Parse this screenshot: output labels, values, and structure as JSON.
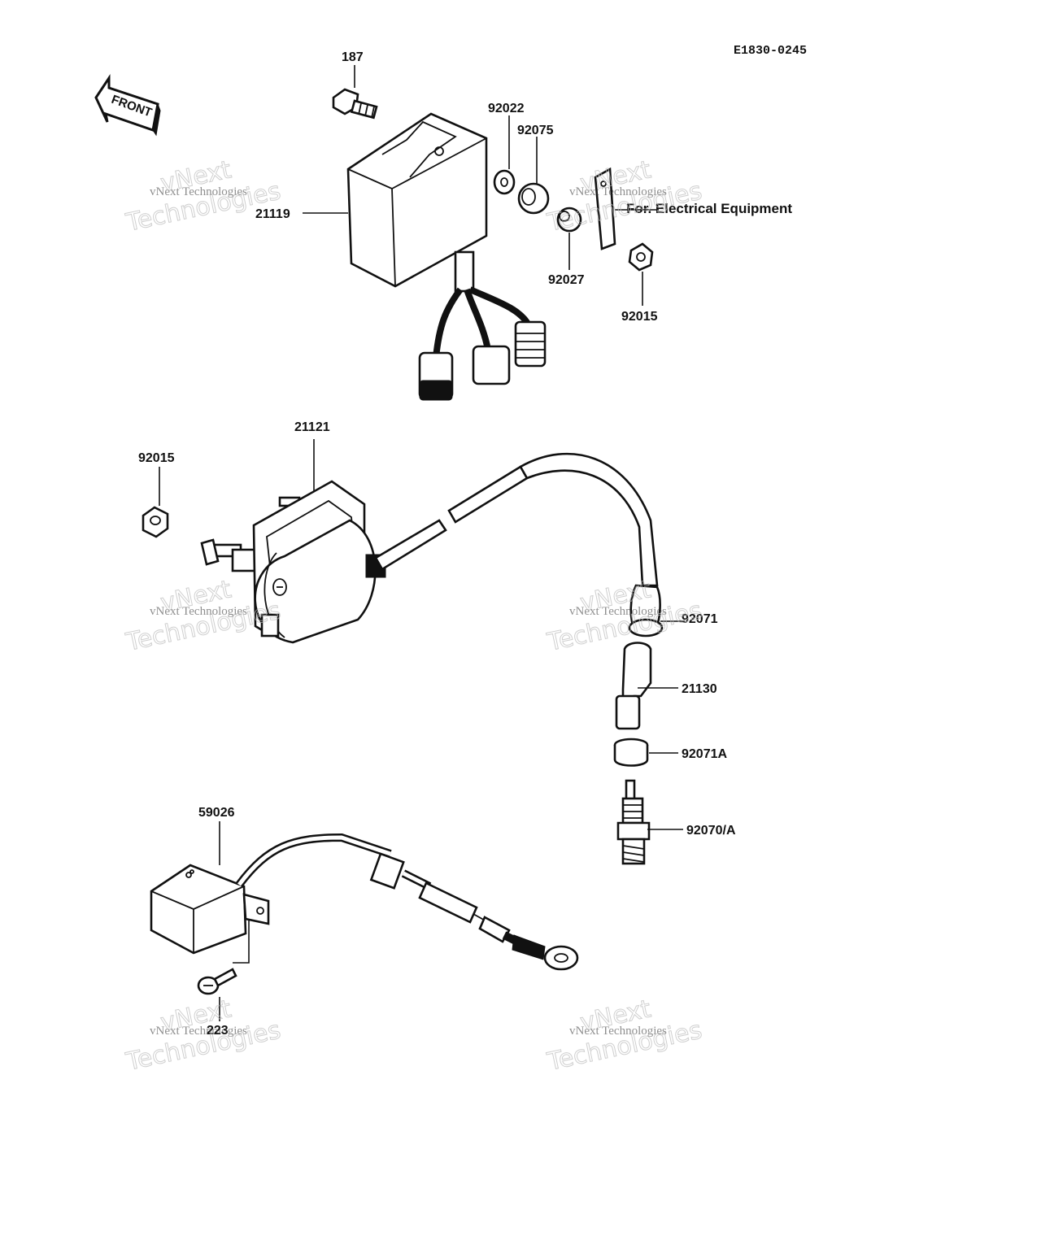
{
  "doc_code": "E1830-0245",
  "front_label": "FRONT",
  "callouts": {
    "c187": "187",
    "c92022": "92022",
    "c92075": "92075",
    "c21119": "21119",
    "c92027": "92027",
    "c92015a": "92015",
    "c21121": "21121",
    "c92015b": "92015",
    "c92071": "92071",
    "c21130": "21130",
    "c92071A": "92071A",
    "c92070A": "92070/A",
    "c59026": "59026",
    "c223": "223"
  },
  "note_electrical": "For. Electrical Equipment",
  "watermark": {
    "line1": "vNext Technologies",
    "line2": "vNext",
    "line3": "Technologies"
  }
}
